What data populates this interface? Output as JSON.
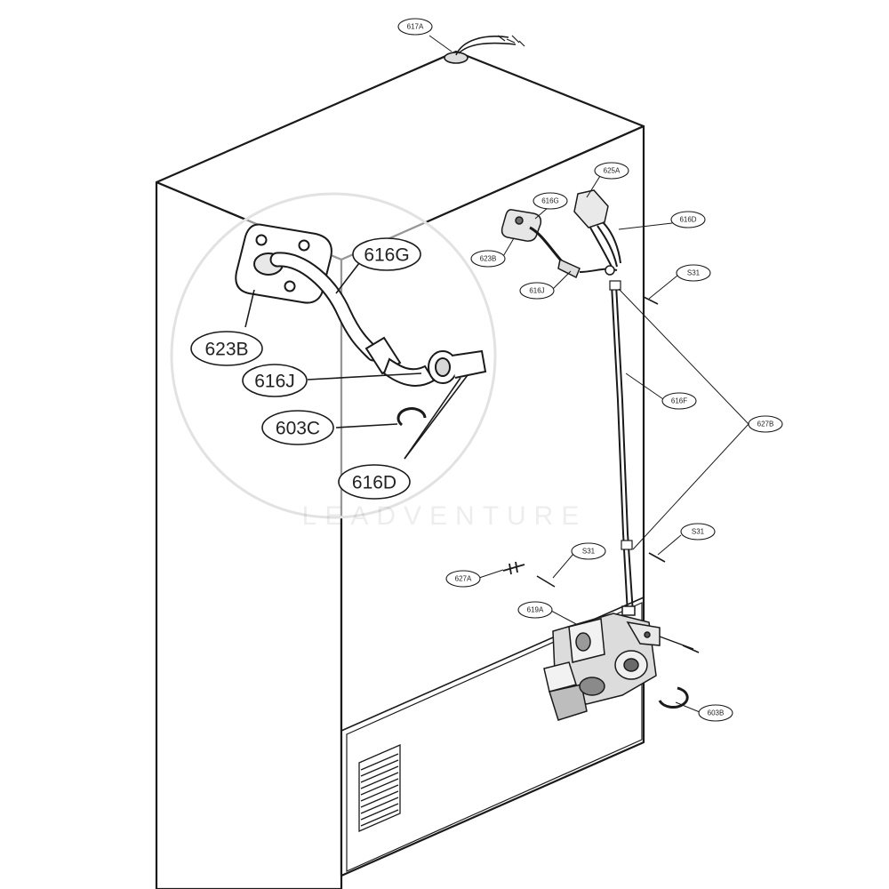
{
  "callouts_small": [
    {
      "key": "617A",
      "text": "617A"
    },
    {
      "key": "625A",
      "text": "625A"
    },
    {
      "key": "616G",
      "text": "616G"
    },
    {
      "key": "616D",
      "text": "616D"
    },
    {
      "key": "623B",
      "text": "623B"
    },
    {
      "key": "616J",
      "text": "616J"
    },
    {
      "key": "S31_top",
      "text": "S31"
    },
    {
      "key": "616F",
      "text": "616F"
    },
    {
      "key": "627B",
      "text": "627B"
    },
    {
      "key": "S31_mid_right",
      "text": "S31"
    },
    {
      "key": "S31_mid_left",
      "text": "S31"
    },
    {
      "key": "627A",
      "text": "627A"
    },
    {
      "key": "619A",
      "text": "619A"
    },
    {
      "key": "603B",
      "text": "603B"
    }
  ],
  "callouts_large": [
    {
      "key": "616G",
      "text": "616G"
    },
    {
      "key": "623B",
      "text": "623B"
    },
    {
      "key": "616J",
      "text": "616J"
    },
    {
      "key": "603C",
      "text": "603C"
    },
    {
      "key": "616D",
      "text": "616D"
    }
  ],
  "watermark": "LEADVENTURE",
  "colors": {
    "line": "#1a1a1a",
    "fill": "#ffffff",
    "shade": "#cfcfcf",
    "dark": "#7a7a7a"
  }
}
